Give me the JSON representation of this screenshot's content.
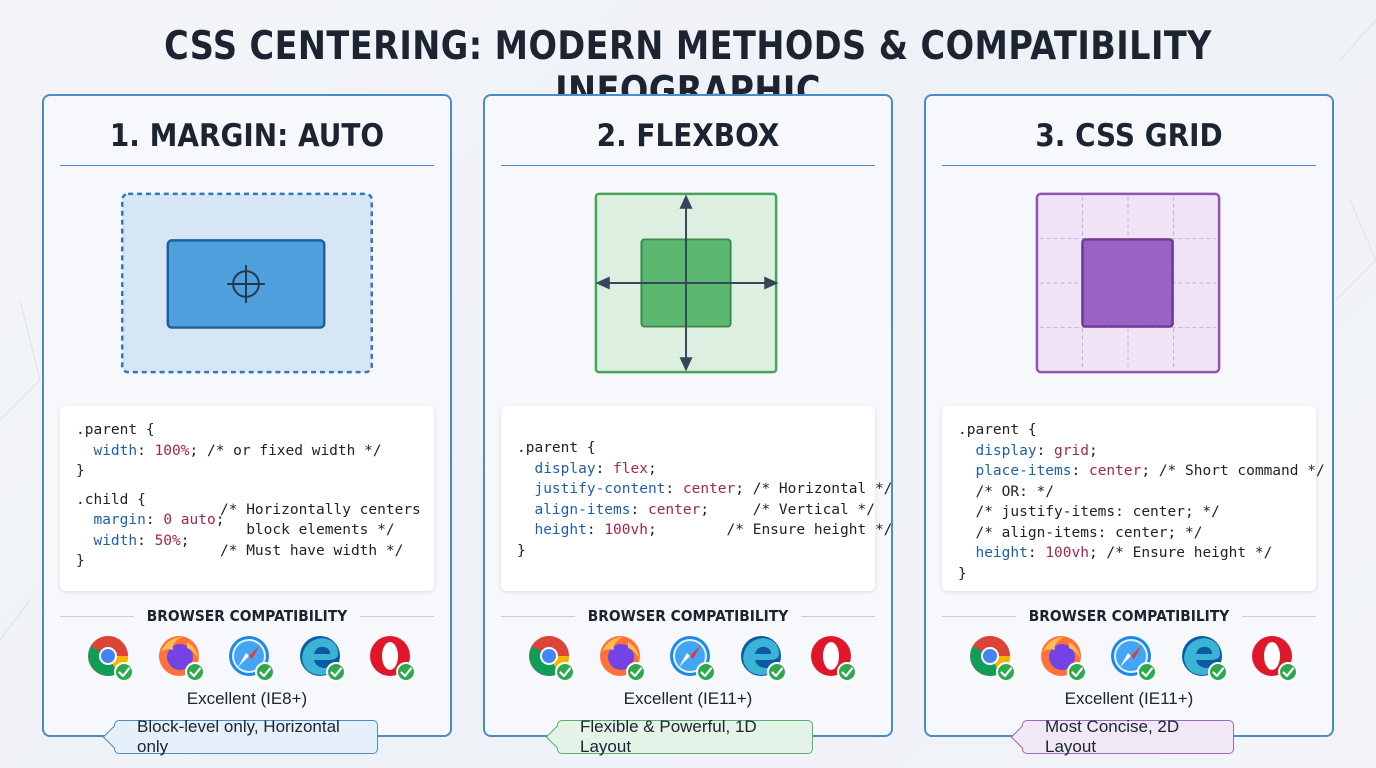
{
  "title": "CSS CENTERING: MODERN METHODS & COMPATIBILITY INFOGRAPHIC",
  "panels": [
    {
      "heading": "1. MARGIN: AUTO",
      "code": [
        ".parent {",
        "  width: 100%; /* or fixed width */",
        "}",
        ".child {",
        "  margin: 0 auto;",
        "  width: 50%;",
        "}"
      ],
      "comment_lines": [
        "/* Horizontally centers",
        "   block elements */",
        "/* Must have width */"
      ],
      "compat_title": "BROWSER COMPATIBILITY",
      "compat_note": "Excellent (IE8+)",
      "tag": "Block-level only, Horizontal only"
    },
    {
      "heading": "2. FLEXBOX",
      "code": [
        ".parent {",
        "  display: flex;",
        "  justify-content: center; /* Horizontal */",
        "  align-items: center;     /* Vertical */",
        "  height: 100vh;         /* Ensure height */",
        "}"
      ],
      "compat_title": "BROWSER COMPATIBILITY",
      "compat_note": "Excellent (IE11+)",
      "tag": "Flexible & Powerful, 1D Layout"
    },
    {
      "heading": "3. CSS GRID",
      "code": [
        ".parent {",
        "  display: grid;",
        "  place-items: center; /* Short command */",
        "  /* OR: */",
        "  /* justify-items: center; */",
        "  /* align-items: center; */",
        "  height: 100vh; /* Ensure height */",
        "}"
      ],
      "compat_title": "BROWSER COMPATIBILITY",
      "compat_note": "Excellent (IE11+)",
      "tag": "Most Concise, 2D Layout"
    }
  ],
  "browsers": [
    "chrome-icon",
    "firefox-icon",
    "safari-icon",
    "edge-icon",
    "opera-icon"
  ],
  "colors": {
    "blue": "#4a8cc4",
    "green": "#5cb06c",
    "purple": "#9a6bb8",
    "check": "#2fa84f"
  }
}
